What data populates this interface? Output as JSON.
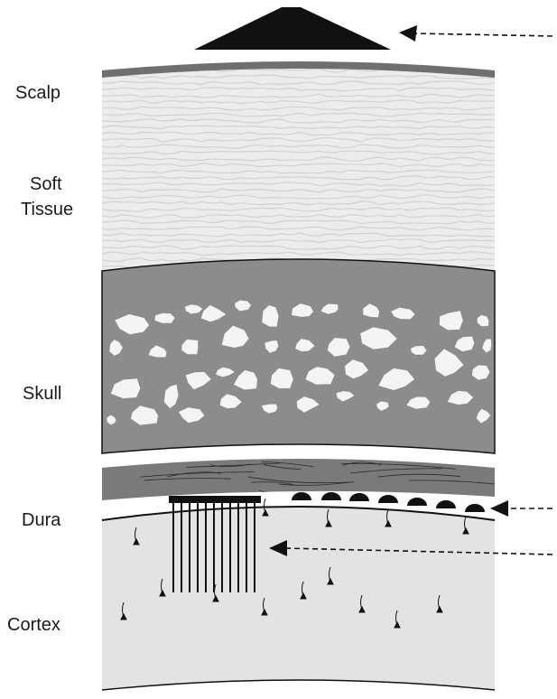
{
  "labels": {
    "scalp": "Scalp",
    "soft_tissue_line1": "Soft",
    "soft_tissue_line2": "Tissue",
    "skull": "Skull",
    "dura": "Dura",
    "cortex": "Cortex"
  },
  "colors": {
    "scalp_band": "#6f6f6f",
    "soft_tissue": "#ececec",
    "skull_band": "#8c8c8c",
    "bone_pores": "#f4f4f4",
    "dura_band": "#7a7a7a",
    "cortex": "#e3e3e3",
    "ink": "#0d0d0d"
  },
  "elements": {
    "electrode_types": [
      "scalp-electrode",
      "epidural-electrodes",
      "penetrating-microelectrode-array"
    ],
    "arrow_count": 3
  }
}
